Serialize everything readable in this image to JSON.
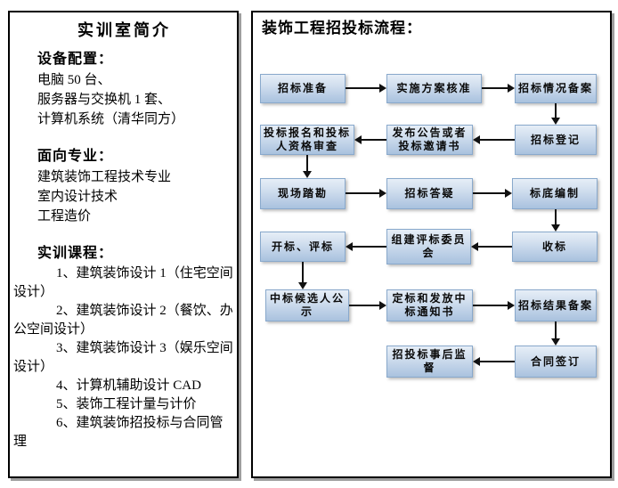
{
  "left_panel": {
    "title": "实训室简介",
    "sections": [
      {
        "heading": "设备配置：",
        "lines": [
          "电脑 50 台、",
          "服务器与交换机 1 套、",
          "计算机系统（清华同方）"
        ]
      },
      {
        "heading": "面向专业：",
        "lines": [
          "建筑装饰工程技术专业",
          "室内设计技术",
          "工程造价"
        ]
      },
      {
        "heading": "实训课程：",
        "items": [
          "1、建筑装饰设计 1（住宅空间\n设计）",
          "2、建筑装饰设计 2（餐饮、办\n公空间设计）",
          "3、建筑装饰设计 3（娱乐空间\n设计）",
          "4、计算机辅助设计 CAD",
          "5、装饰工程计量与计价",
          "6、建筑装饰招投标与合同管理"
        ]
      }
    ]
  },
  "right_panel": {
    "title": "装饰工程招投标流程：",
    "steps": [
      "招标准备",
      "实施方案核准",
      "招标情况备案",
      "投标报名和投标\n人资格审查",
      "发布公告或者\n投标邀请书",
      "招标登记",
      "现场踏勘",
      "招标答疑",
      "标底编制",
      "开标、评标",
      "组建评标委员\n会",
      "收标",
      "中标候选人公\n示",
      "定标和发放中\n标通知书",
      "招标结果备案",
      "招投标事后监\n督",
      "合同签订"
    ]
  },
  "colors": {
    "step_fill_top": "#e6eef7",
    "step_fill_bottom": "#a9c2de",
    "step_border": "#89a9cc",
    "panel_border": "#000000",
    "panel_shadow": "#9e9e9e",
    "arrow": "#111111",
    "text": "#000000"
  }
}
